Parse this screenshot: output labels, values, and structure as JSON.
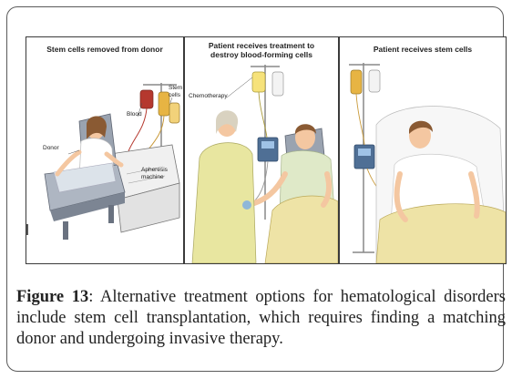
{
  "panels": [
    {
      "title": "Stem cells removed from donor",
      "labels": {
        "donor": "Donor",
        "blood": "Blood",
        "stem_cells": [
          "Stem",
          "cells"
        ],
        "apheresis": [
          "Apheresis",
          "machine"
        ]
      }
    },
    {
      "title_lines": [
        "Patient receives treatment to",
        "destroy blood-forming cells"
      ],
      "labels": {
        "chemotherapy": "Chemotherapy"
      }
    },
    {
      "title": "Patient receives stem cells"
    }
  ],
  "caption": {
    "label": "Figure 13",
    "text": ": Alternative treatment options for hematological disorders include stem cell transplantation, which requires finding a matching donor and undergoing invasive therapy."
  },
  "colors": {
    "skin": "#f4c7a1",
    "gown": "#dfe9c8",
    "blanket": "#eee3a6",
    "chair": "#9aa3b0",
    "blood": "#b5382e",
    "stem_bag": "#e7b443",
    "nurse": "#e8e6a0",
    "hair_nurse": "#d9d2c0",
    "hair_man": "#8a5a33"
  }
}
